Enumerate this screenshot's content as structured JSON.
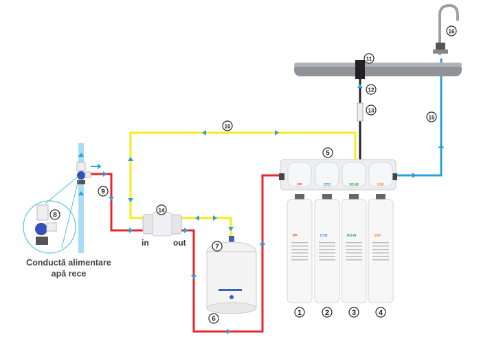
{
  "caption": {
    "line1": "Conductă alimentare",
    "line2": "apă rece"
  },
  "connector_labels": {
    "in": "in",
    "out": "out"
  },
  "filters": [
    {
      "number": "1",
      "label": "PP",
      "color": "#e8502a"
    },
    {
      "number": "2",
      "label": "CTO",
      "color": "#3a7fd0"
    },
    {
      "number": "3",
      "label": "RO-M",
      "color": "#2ea84a"
    },
    {
      "number": "4",
      "label": "UDF",
      "color": "#f0902a"
    }
  ],
  "callouts": {
    "housing": "5",
    "tank": "6",
    "tank_valve": "7",
    "feed_valve": "8",
    "feed_tube": "9",
    "drain_tube": "10",
    "post_filter": "11",
    "check_valve": "12",
    "flow_restrictor": "13",
    "auto_shutoff": "14",
    "faucet_tube": "15",
    "faucet": "16"
  },
  "colors": {
    "feed": "#e8252a",
    "waste": "#f6ec1a",
    "pure": "#2aa0e0",
    "membrane_out": "#222222",
    "pipe": "#a9dcf5"
  }
}
